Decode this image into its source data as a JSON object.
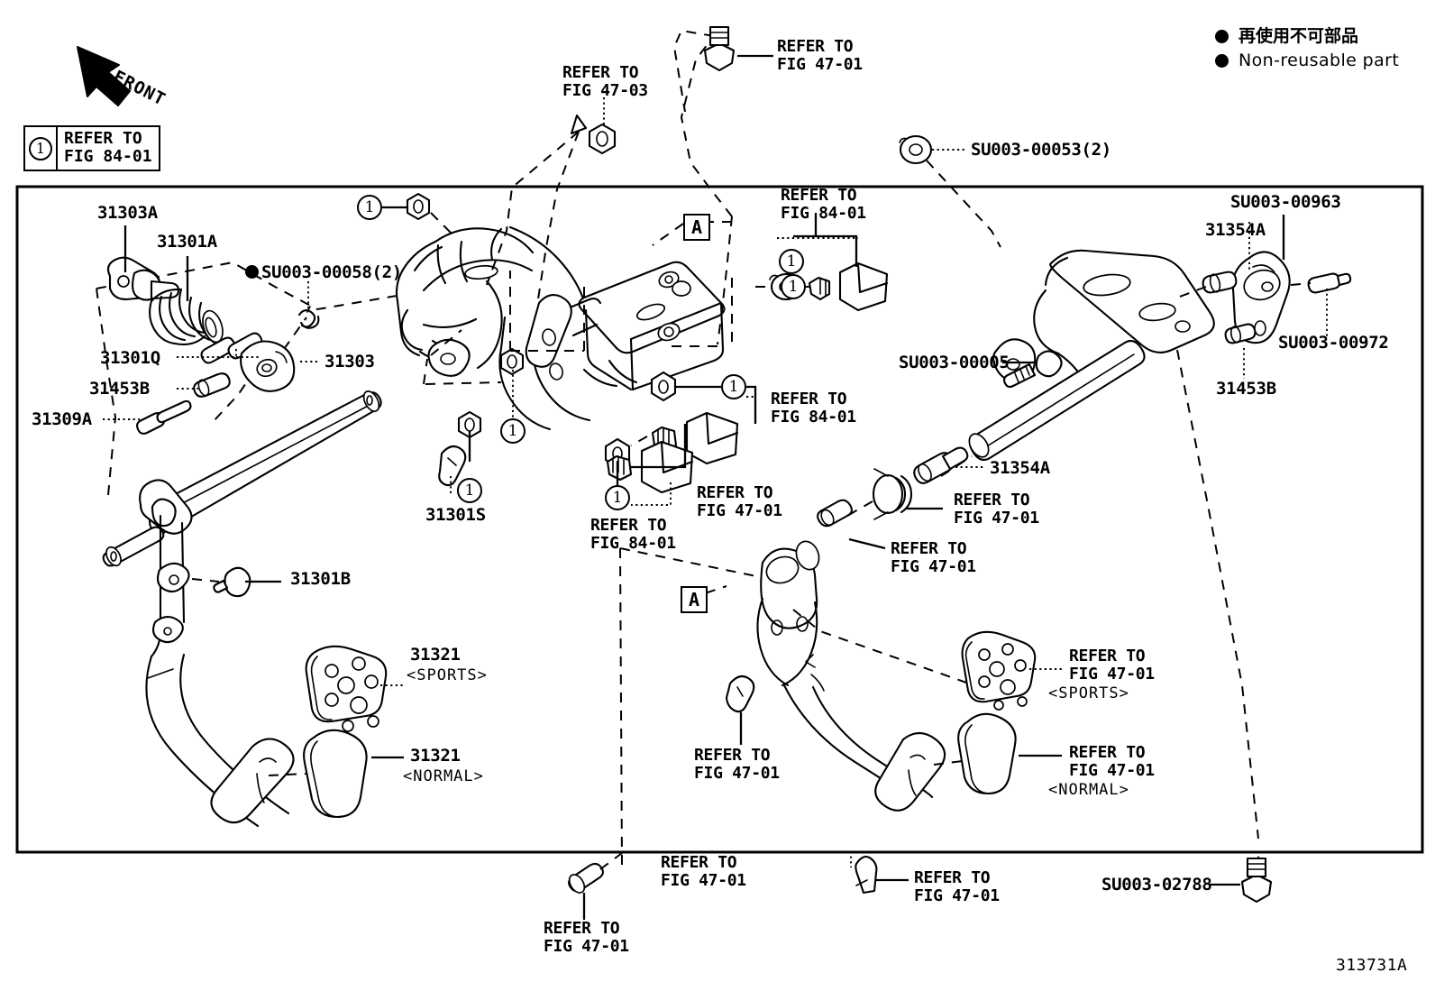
{
  "figure": {
    "id": "313731A",
    "orientation_label": "FRONT"
  },
  "legend_key": {
    "marker": "1",
    "text": "REFER TO\nFIG 84-01"
  },
  "legend_nonreusable": {
    "japanese": "再使用不可部品",
    "english": "Non-reusable part"
  },
  "section_markers": [
    {
      "label": "A"
    },
    {
      "label": "A"
    }
  ],
  "callouts": [
    {
      "id": "c01",
      "text": "31303A"
    },
    {
      "id": "c02",
      "text": "31301A"
    },
    {
      "id": "c03",
      "text": "SU003-00058(2)",
      "bullet": true
    },
    {
      "id": "c04",
      "text": "31301Q"
    },
    {
      "id": "c05",
      "text": "31303"
    },
    {
      "id": "c06",
      "text": "31453B"
    },
    {
      "id": "c07",
      "text": "31309A"
    },
    {
      "id": "c08",
      "text": "REFER TO\nFIG 47-03"
    },
    {
      "id": "c09",
      "text": "REFER TO\nFIG 47-01"
    },
    {
      "id": "c10",
      "text": "SU003-00053(2)"
    },
    {
      "id": "c11",
      "text": "REFER TO\nFIG 84-01"
    },
    {
      "id": "c12",
      "text": "SU003-00963"
    },
    {
      "id": "c13",
      "text": "31354A"
    },
    {
      "id": "c14",
      "text": "SU003-00972"
    },
    {
      "id": "c15",
      "text": "31453B"
    },
    {
      "id": "c16",
      "text": "SU003-00005"
    },
    {
      "id": "c17",
      "text": "REFER TO\nFIG 84-01"
    },
    {
      "id": "c18",
      "text": "31354A"
    },
    {
      "id": "c19",
      "text": "REFER TO\nFIG 47-01"
    },
    {
      "id": "c20",
      "text": "REFER TO\nFIG 47-01"
    },
    {
      "id": "c21",
      "text": "31301S"
    },
    {
      "id": "c22",
      "text": "REFER TO\nFIG 84-01"
    },
    {
      "id": "c23",
      "text": "REFER TO\nFIG 47-01"
    },
    {
      "id": "c24",
      "text": "31301B"
    },
    {
      "id": "c25",
      "text": "31321",
      "variant": "<SPORTS>"
    },
    {
      "id": "c26",
      "text": "31321",
      "variant": "<NORMAL>"
    },
    {
      "id": "c27",
      "text": "REFER TO\nFIG 47-01",
      "variant": "<SPORTS>"
    },
    {
      "id": "c28",
      "text": "REFER TO\nFIG 47-01",
      "variant": "<NORMAL>"
    },
    {
      "id": "c29",
      "text": "REFER TO\nFIG 47-01"
    },
    {
      "id": "c30",
      "text": "REFER TO\nFIG 47-01"
    },
    {
      "id": "c31",
      "text": "REFER TO\nFIG 47-01"
    },
    {
      "id": "c32",
      "text": "REFER TO\nFIG 47-01"
    },
    {
      "id": "c33",
      "text": "SU003-02788"
    }
  ],
  "circled_markers": [
    {
      "n": "1"
    },
    {
      "n": "1"
    },
    {
      "n": "1"
    },
    {
      "n": "1"
    },
    {
      "n": "1"
    },
    {
      "n": "1"
    },
    {
      "n": "1"
    }
  ],
  "colors": {
    "line": "#000000",
    "background": "#ffffff"
  }
}
